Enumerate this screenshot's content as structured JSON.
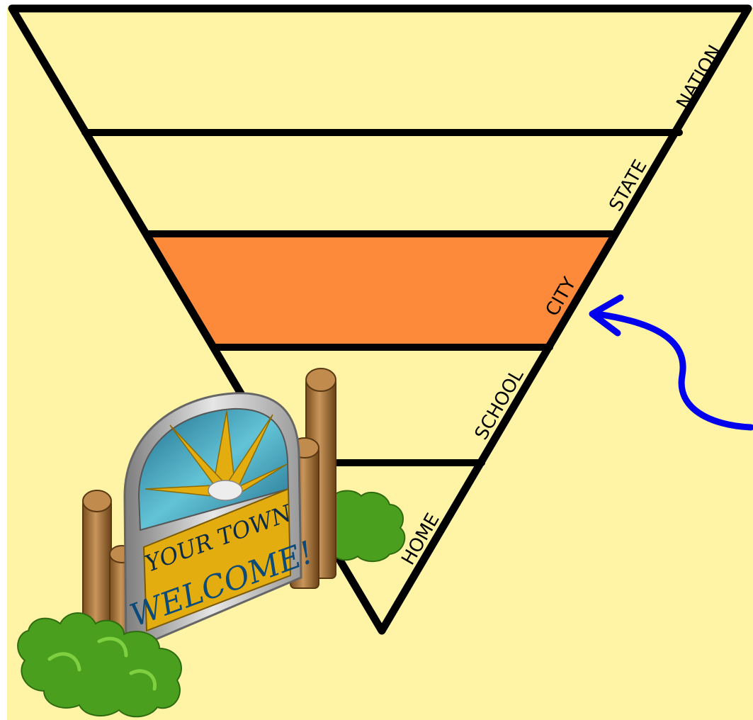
{
  "diagram": {
    "levels": [
      {
        "label": "NATION",
        "highlighted": false
      },
      {
        "label": "STATE",
        "highlighted": false
      },
      {
        "label": "CITY",
        "highlighted": true
      },
      {
        "label": "SCHOOL",
        "highlighted": false
      },
      {
        "label": "HOME",
        "highlighted": false
      }
    ],
    "sign": {
      "line1": "YOUR TOWN",
      "line2": "WELCOME!"
    },
    "colors": {
      "background": "#fff3a6",
      "band": "#fff3a6",
      "highlight": "#fd8a3a",
      "outline": "#000000",
      "arrow": "#0000ee",
      "sign_panel": "#e3ad0f",
      "sign_text": "#0b4b7a",
      "post": "#b07c3c",
      "bush": "#4aa01e"
    },
    "icons": [
      "welcome-sign-icon",
      "bush-icon",
      "wooden-post-icon",
      "pointer-arrow"
    ]
  }
}
